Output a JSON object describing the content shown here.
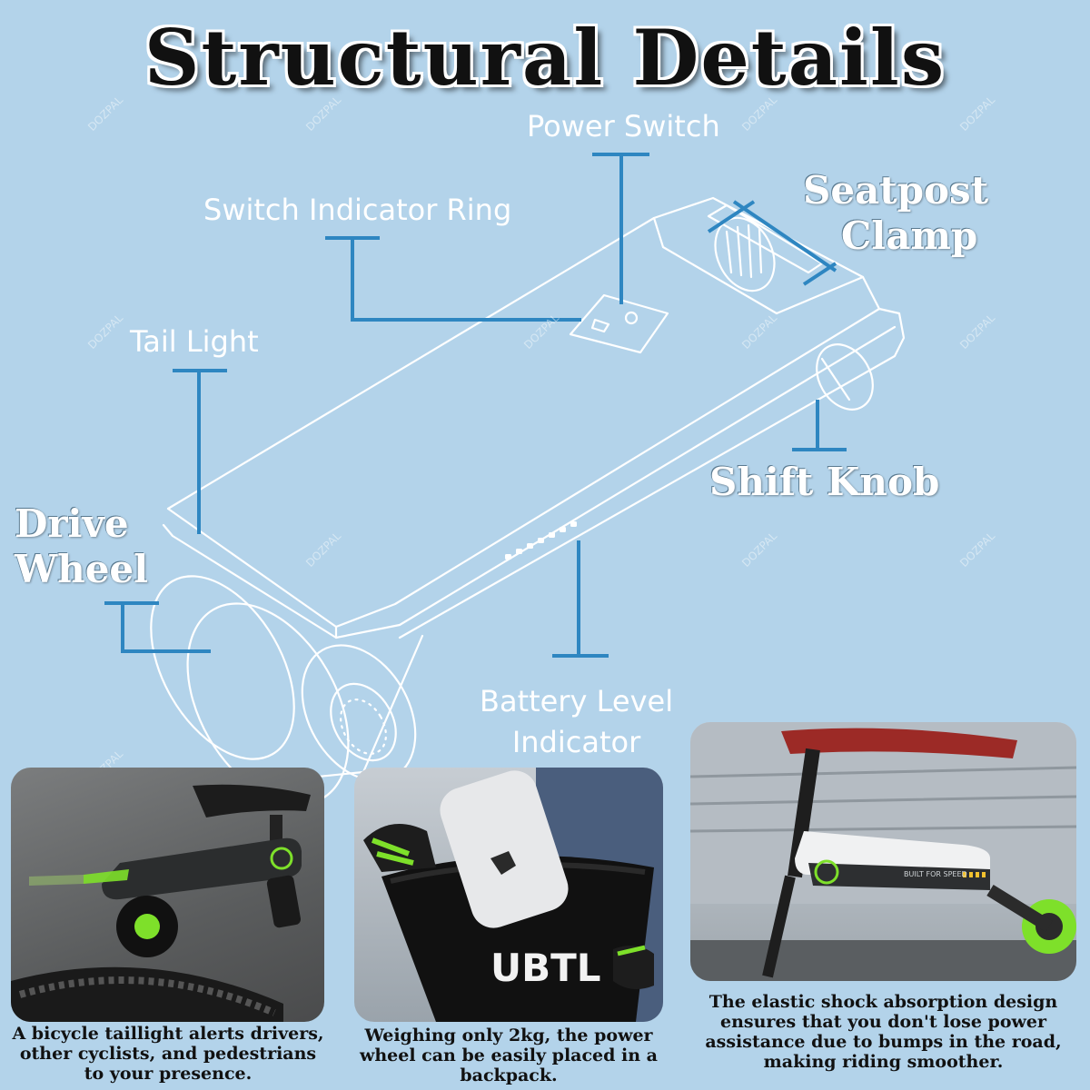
{
  "title": "Structural Details",
  "watermark": "DOZPAL",
  "labels": {
    "power_switch": "Power Switch",
    "switch_indicator_ring": "Switch Indicator Ring",
    "tail_light": "Tail Light",
    "seatpost_clamp_line1": "Seatpost",
    "seatpost_clamp_line2": "Clamp",
    "shift_knob": "Shift Knob",
    "drive_wheel_line1": "Drive",
    "drive_wheel_line2": "Wheel",
    "battery_level_line1": "Battery Level",
    "battery_level_line2": "Indicator"
  },
  "photos": [
    {
      "caption": "A bicycle taillight alerts drivers, other cyclists, and pedestrians to your presence."
    },
    {
      "caption": "Weighing only 2kg, the power wheel can be easily placed in a backpack.",
      "bag_text": "UBTL"
    },
    {
      "caption": "The elastic shock absorption design ensures that you don't lose power assistance due to bumps in the road, making riding smoother.",
      "device_text": "BUILT FOR SPEED"
    }
  ],
  "colors": {
    "background": "#b3d3ea",
    "pointer": "#2e86c1",
    "accent": "#7ee02a"
  }
}
